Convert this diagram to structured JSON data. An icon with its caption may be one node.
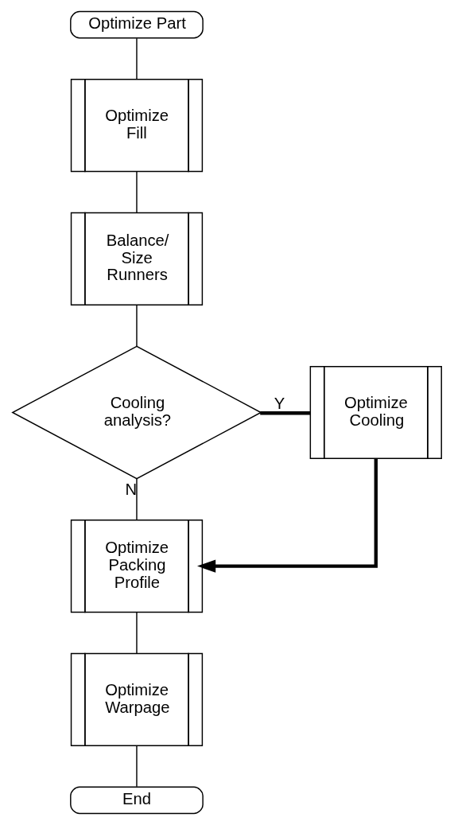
{
  "diagram": {
    "nodes": [
      {
        "text": [
          "Optimize Part"
        ]
      },
      {
        "text": [
          "Optimize Fill"
        ]
      },
      {
        "text": [
          "Balance/ Size Runners"
        ]
      },
      {
        "text": [
          "Cooling analysis?"
        ]
      },
      {
        "text": [
          "Optimize Cooling"
        ]
      },
      {
        "text": [
          "Optimize Packing Profile"
        ]
      },
      {
        "text": [
          "Optimize Warpage"
        ]
      },
      {
        "text": [
          "End"
        ]
      }
    ],
    "edges": [
      {
        "from": 0,
        "to": 1,
        "arrow": "none"
      },
      {
        "from": 1,
        "to": 2,
        "arrow": "none"
      },
      {
        "from": 2,
        "to": 3,
        "arrow": "none"
      },
      {
        "from": 3,
        "to": 4,
        "arrow": "none",
        "label": "Y",
        "style": "thick"
      },
      {
        "from": 3,
        "to": 5,
        "arrow": "none",
        "label": "N"
      },
      {
        "from": 4,
        "to": 5,
        "arrow": "to",
        "style": "thick"
      },
      {
        "from": 5,
        "to": 6,
        "arrow": "none"
      },
      {
        "from": 6,
        "to": 7,
        "arrow": "none"
      }
    ]
  }
}
